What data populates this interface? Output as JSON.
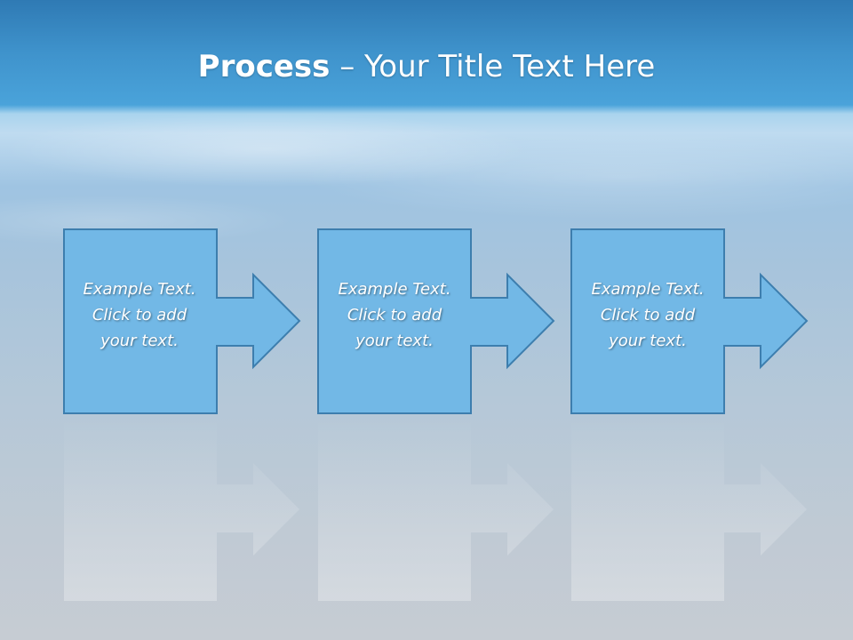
{
  "title": {
    "bold": "Process",
    "dash": "–",
    "rest": "Your Title Text Here"
  },
  "steps": [
    {
      "lines": [
        "Example Text.",
        "Click  to add",
        "your text."
      ]
    },
    {
      "lines": [
        "Example Text.",
        "Click  to add",
        "your text."
      ]
    },
    {
      "lines": [
        "Example Text.",
        "Click  to add",
        "your text."
      ]
    }
  ],
  "colors": {
    "shape_fill": "#72b8e6",
    "shape_stroke": "#3d7eae",
    "title_text": "#ffffff",
    "header_band": "#3f93cc"
  }
}
